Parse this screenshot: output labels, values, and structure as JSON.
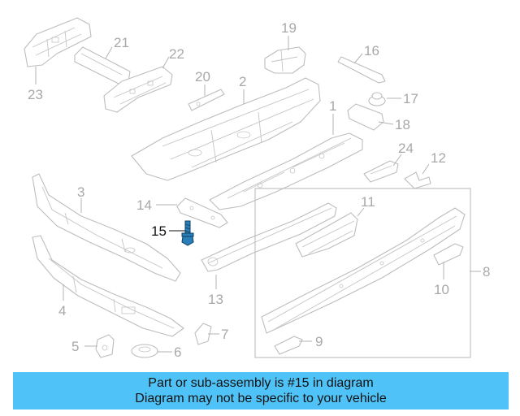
{
  "diagram": {
    "callouts": [
      "23",
      "21",
      "22",
      "19",
      "16",
      "17",
      "20",
      "2",
      "1",
      "18",
      "24",
      "12",
      "3",
      "14",
      "11",
      "15",
      "8",
      "10",
      "4",
      "13",
      "9",
      "5",
      "6",
      "7"
    ],
    "highlighted_callout": "15"
  },
  "banner": {
    "line1": "Part or sub-assembly is #15 in diagram",
    "line2": "Diagram may not be specific to your vehicle",
    "background": "#4fc3f7"
  },
  "colors": {
    "part_outline": "#bdbdbd",
    "callout_text": "#a8a8a8",
    "bolt_fill": "#2a7fb8"
  }
}
